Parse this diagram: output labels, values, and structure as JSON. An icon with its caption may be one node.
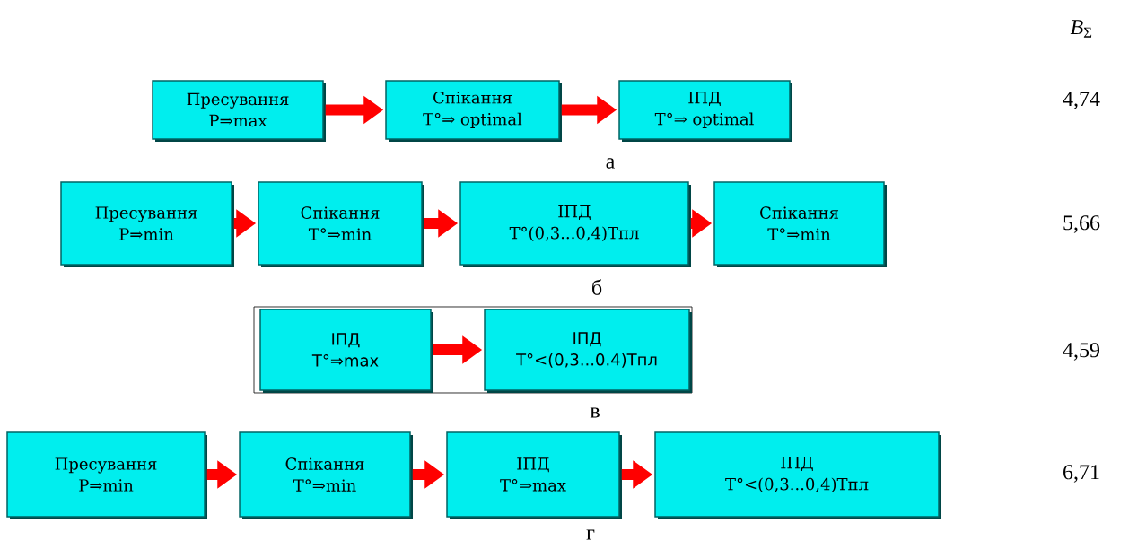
{
  "diagram": {
    "nodes": [
      {
        "text": [
          "Пресування",
          "P⇒max"
        ]
      },
      {
        "text": [
          "Спікання",
          "T°⇒ optimal"
        ]
      },
      {
        "text": [
          "ІПД",
          "T°⇒ optimal"
        ]
      },
      {
        "text": [
          "Пресування",
          "P⇒min"
        ]
      },
      {
        "text": [
          "Спікання",
          "T°⇒min"
        ]
      },
      {
        "text": [
          "ІПД",
          "T°(0,3...0,4)Tпл"
        ]
      },
      {
        "text": [
          "Спікання",
          "T°⇒min"
        ]
      },
      {
        "text": [
          "ІПД",
          "T°⇒max"
        ]
      },
      {
        "text": [
          "ІПД",
          "T°<(0,3...0.4)Tпл"
        ]
      },
      {
        "text": [
          "Пресування",
          "P⇒min"
        ]
      },
      {
        "text": [
          "Спікання",
          "T°⇒min"
        ]
      },
      {
        "text": [
          "ІПД",
          "T°⇒max"
        ]
      },
      {
        "text": [
          "ІПД",
          "T°<(0,3...0,4)Tпл"
        ]
      }
    ],
    "edges": [
      {
        "from": 0,
        "to": 1,
        "arrow": "to"
      },
      {
        "from": 1,
        "to": 2,
        "arrow": "to"
      },
      {
        "from": 3,
        "to": 4,
        "arrow": "to"
      },
      {
        "from": 4,
        "to": 5,
        "arrow": "to"
      },
      {
        "from": 5,
        "to": 6,
        "arrow": "to"
      },
      {
        "from": 7,
        "to": 8,
        "arrow": "to"
      },
      {
        "from": 9,
        "to": 10,
        "arrow": "to"
      },
      {
        "from": 10,
        "to": 11,
        "arrow": "to"
      },
      {
        "from": 11,
        "to": 12,
        "arrow": "to"
      }
    ],
    "labels": [
      "*B*$_{Σ}$",
      "4,74",
      "а",
      "5,66",
      "б",
      "4,59",
      "в",
      "6,71",
      "г"
    ]
  }
}
